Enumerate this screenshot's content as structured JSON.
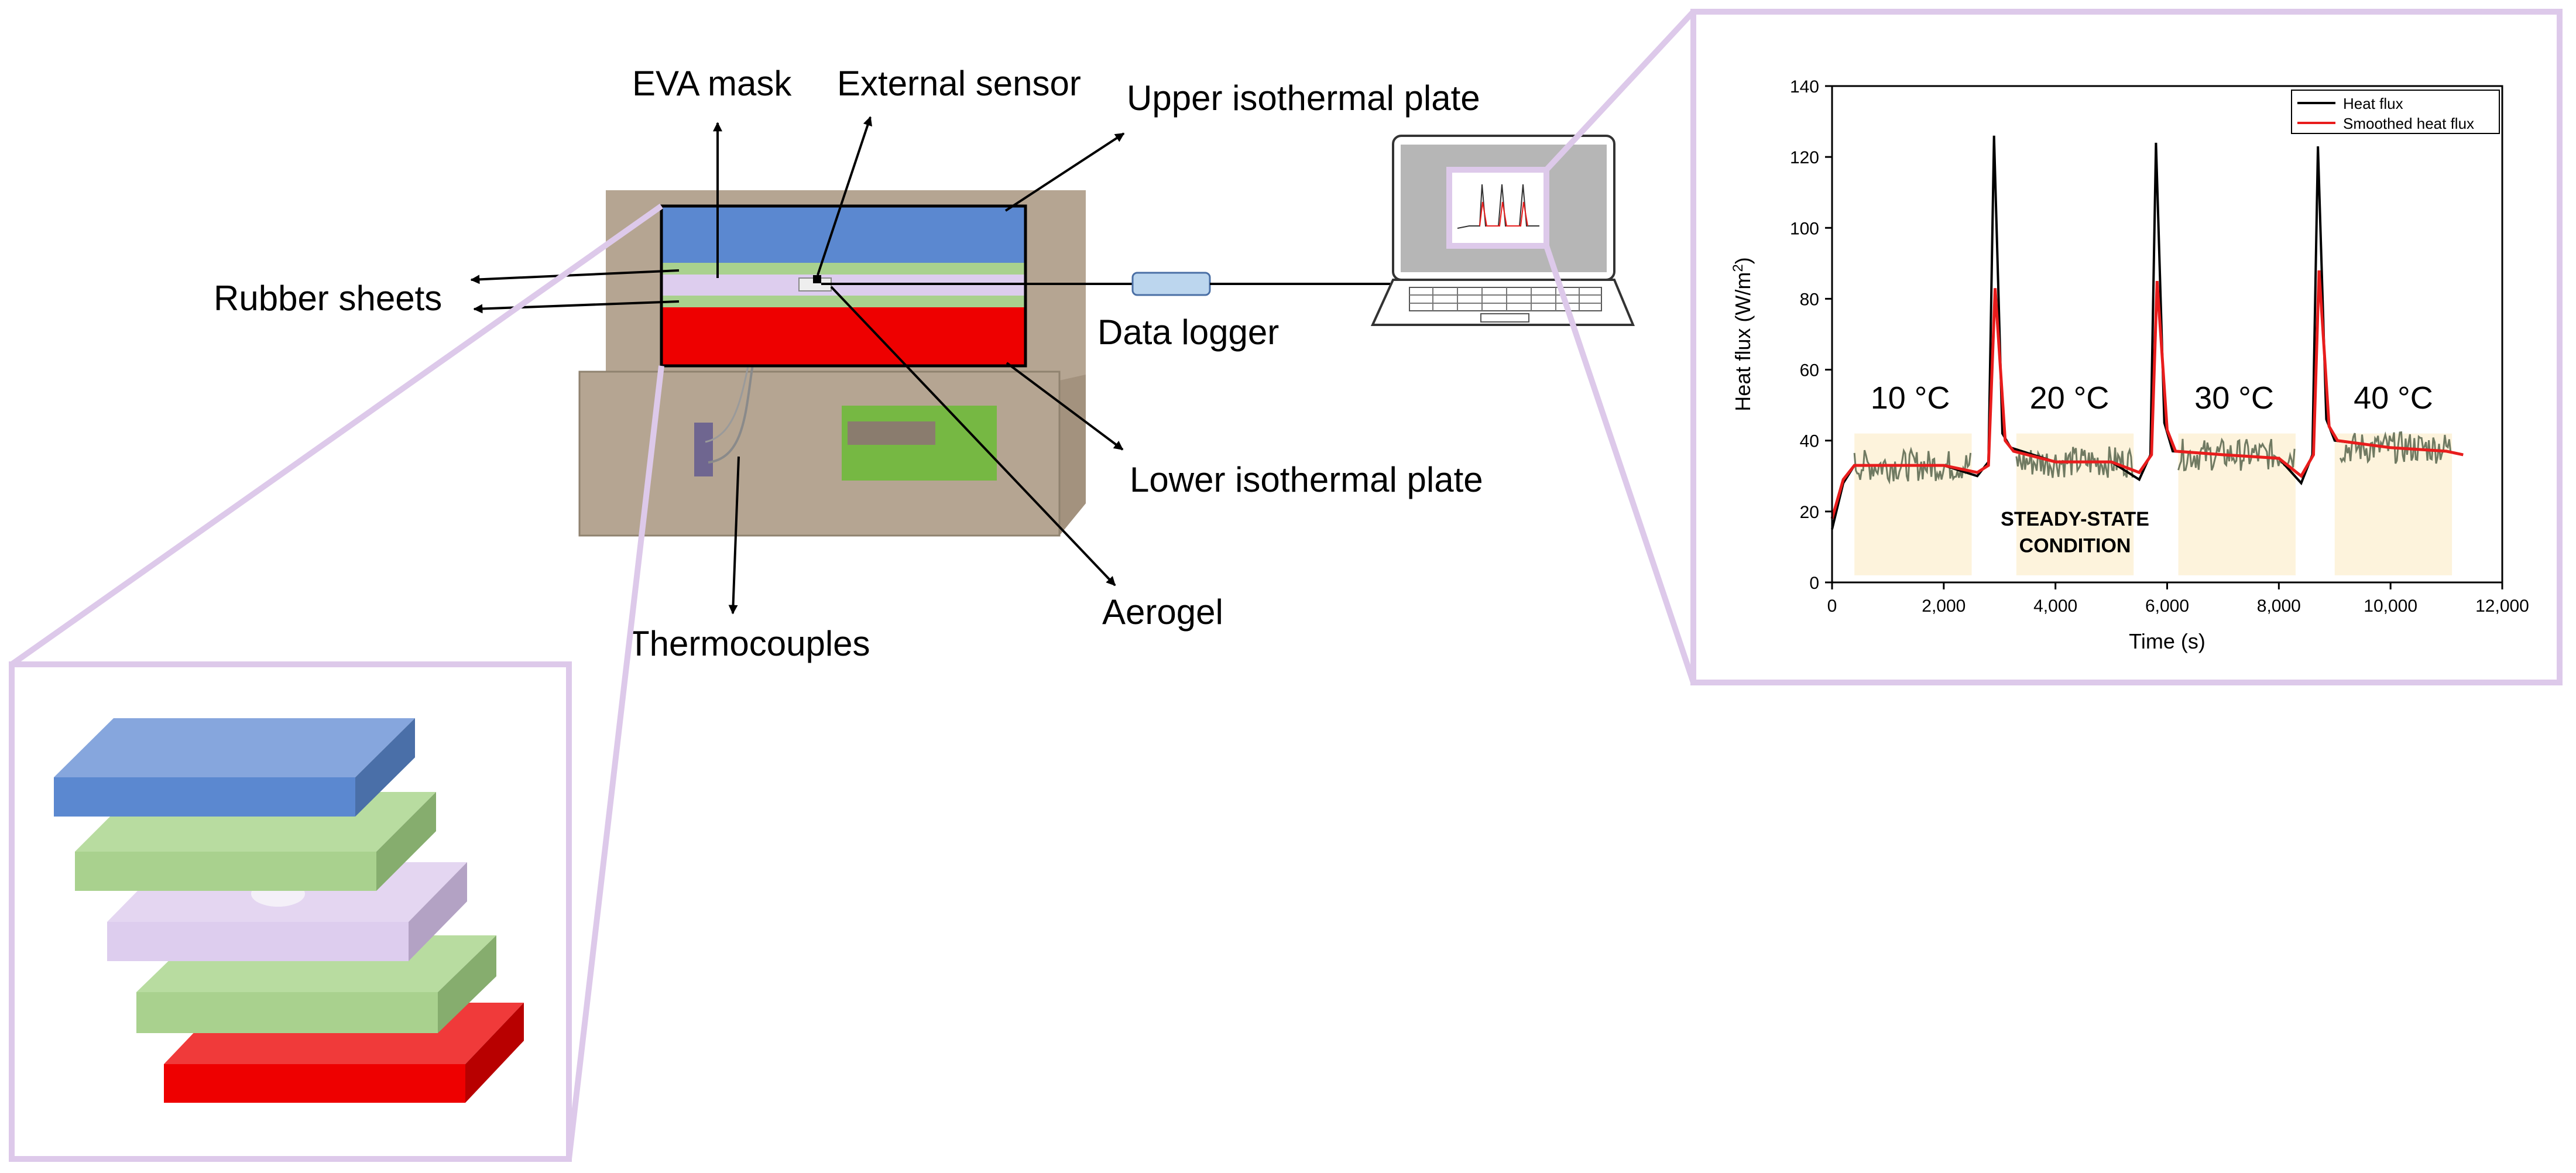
{
  "labels": {
    "eva_mask": "EVA mask",
    "external_sensor": "External sensor",
    "upper_plate": "Upper isothermal plate",
    "rubber_sheets": "Rubber sheets",
    "data_logger": "Data logger",
    "lower_plate": "Lower isothermal plate",
    "aerogel": "Aerogel",
    "thermocouples": "Thermocouples"
  },
  "colors": {
    "frame": "#ddc9ea",
    "cabinet": "#b5a592",
    "upper_plate": "#5b88d0",
    "lower_plate": "#ee0000",
    "rubber": "#a9d18e",
    "eva": "#ddcdee",
    "display": "#76b843",
    "logger": "#bcd6ee",
    "steady_band": "#fdf3dc",
    "heat_flux": "#000000",
    "smoothed": "#e81c1c",
    "raw_noise": "#707a62"
  },
  "chart_data": {
    "type": "line",
    "title": "",
    "xlabel": "Time (s)",
    "ylabel": "Heat flux (W/m",
    "ylabel_sup": "2",
    "ylabel_close": ")",
    "xlim": [
      0,
      12000
    ],
    "ylim": [
      0,
      140
    ],
    "x_ticks": [
      0,
      2000,
      4000,
      6000,
      8000,
      10000,
      12000
    ],
    "x_tick_labels": [
      "0",
      "2,000",
      "4,000",
      "6,000",
      "8,000",
      "10,000",
      "12,000"
    ],
    "y_ticks": [
      0,
      20,
      40,
      60,
      80,
      100,
      120,
      140
    ],
    "y_tick_labels": [
      "0",
      "20",
      "40",
      "60",
      "80",
      "100",
      "120",
      "140"
    ],
    "grid": false,
    "legend_position": "top-right",
    "series": [
      {
        "name": "Heat flux",
        "color": "#000000",
        "x": [
          0,
          200,
          400,
          1000,
          2000,
          2600,
          2800,
          2900,
          3050,
          3200,
          4000,
          5000,
          5500,
          5700,
          5800,
          5950,
          6100,
          7000,
          8000,
          8400,
          8600,
          8700,
          8850,
          9000,
          10000,
          11000,
          11300
        ],
        "y": [
          15,
          28,
          33,
          33,
          33,
          30,
          34,
          126,
          42,
          38,
          34,
          34,
          29,
          36,
          124,
          45,
          37,
          36,
          35,
          28,
          36,
          123,
          46,
          40,
          38,
          37,
          36
        ]
      },
      {
        "name": "Smoothed heat flux",
        "color": "#e81c1c",
        "x": [
          0,
          200,
          400,
          1000,
          2000,
          2600,
          2800,
          2920,
          3100,
          3250,
          4000,
          5000,
          5500,
          5720,
          5820,
          6000,
          6150,
          7000,
          8000,
          8400,
          8620,
          8720,
          8900,
          9050,
          10000,
          11000,
          11300
        ],
        "y": [
          18,
          29,
          33,
          33,
          33,
          31,
          33,
          83,
          40,
          37,
          34,
          34,
          31,
          36,
          85,
          43,
          37,
          36,
          35,
          30,
          36,
          88,
          44,
          40,
          38,
          37,
          36
        ]
      }
    ],
    "shaded_regions": [
      [
        400,
        2500
      ],
      [
        3300,
        5400
      ],
      [
        6200,
        8300
      ],
      [
        9000,
        11100
      ]
    ],
    "annotations": {
      "temps": [
        "10 °C",
        "20 °C",
        "30 °C",
        "40 °C"
      ],
      "steady_state_line1": "STEADY-STATE",
      "steady_state_line2": "CONDITION"
    }
  }
}
